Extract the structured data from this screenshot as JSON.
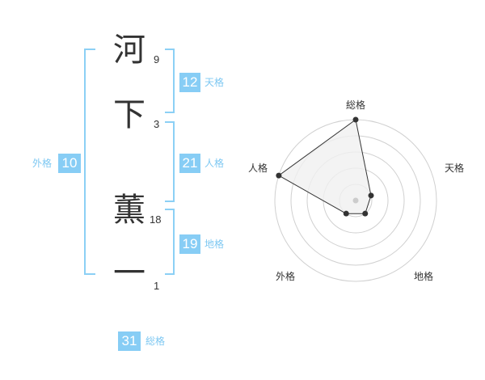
{
  "name": {
    "chars": [
      {
        "char": "河",
        "strokes": "9"
      },
      {
        "char": "下",
        "strokes": "3"
      },
      {
        "char": "薫",
        "strokes": "18"
      },
      {
        "char": "一",
        "strokes": "1"
      }
    ]
  },
  "kaku": {
    "tenkaku": {
      "label": "天格",
      "value": "12"
    },
    "jinkaku": {
      "label": "人格",
      "value": "21"
    },
    "chikaku": {
      "label": "地格",
      "value": "19"
    },
    "gaikaku": {
      "label": "外格",
      "value": "10"
    },
    "soukaku": {
      "label": "総格",
      "value": "31"
    }
  },
  "chart_data": {
    "type": "radar",
    "axes": [
      "総格",
      "天格",
      "地格",
      "外格",
      "人格"
    ],
    "values": [
      5,
      1,
      1,
      1,
      5
    ],
    "max": 5,
    "rings": 5,
    "colors": {
      "fill": "#f0f0f0",
      "line": "#333333",
      "grid": "#d0d0d0",
      "center": "#cccccc"
    }
  },
  "colors": {
    "accent": "#87cdf5",
    "accent_text": "#7ec8f2",
    "text": "#333333"
  }
}
